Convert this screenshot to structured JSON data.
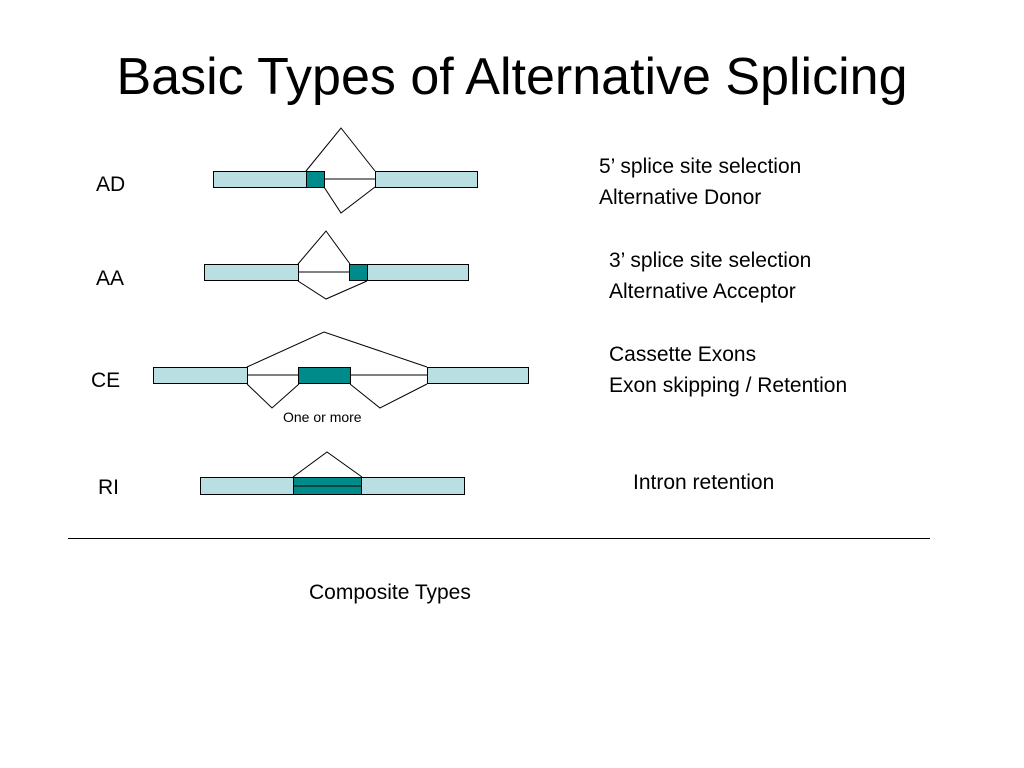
{
  "title": "Basic Types of Alternative Splicing",
  "colors": {
    "constitutive_exon": "#b9dfe3",
    "alternative_region": "#008b8b",
    "line": "#000000"
  },
  "rows": [
    {
      "code": "AD",
      "description": [
        "5’ splice site selection",
        "Alternative Donor"
      ]
    },
    {
      "code": "AA",
      "description": [
        "3’ splice site selection",
        "Alternative Acceptor"
      ]
    },
    {
      "code": "CE",
      "description": [
        "Cassette Exons",
        "Exon skipping / Retention"
      ],
      "note": "One or more"
    },
    {
      "code": "RI",
      "description": [
        "Intron retention"
      ]
    }
  ],
  "footer": "Composite Types"
}
